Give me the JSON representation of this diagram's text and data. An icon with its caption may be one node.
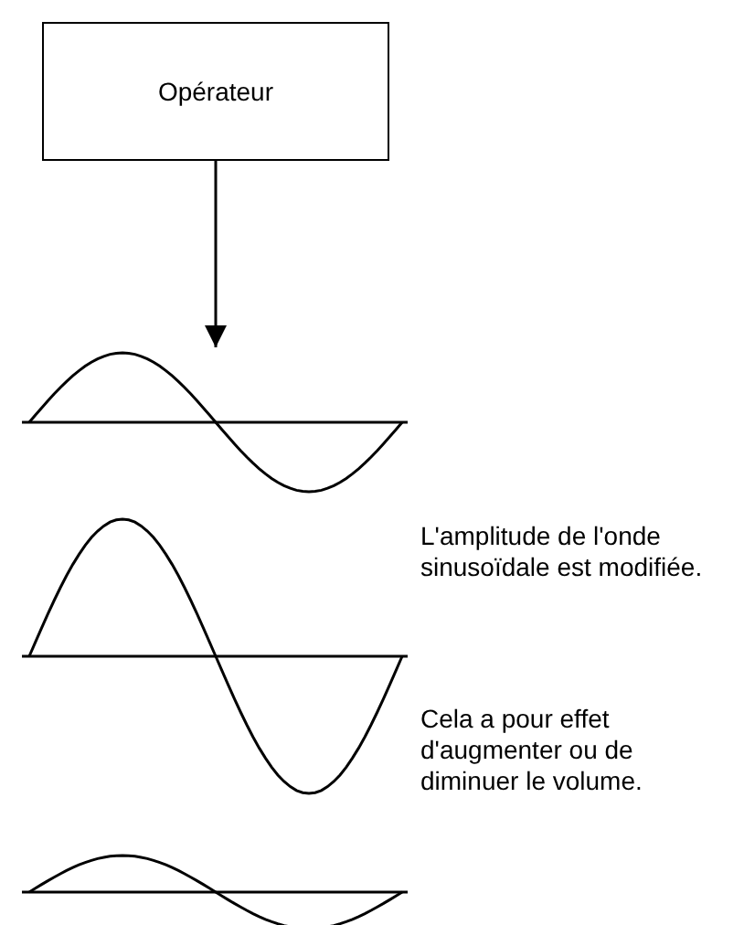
{
  "diagram": {
    "nodes": [
      {
        "text": [
          "Opérateur"
        ]
      },
      {
        "text": [],
        "shape": "picture"
      }
    ],
    "edges": [
      {
        "from": 0,
        "to": 1,
        "arrow": "to"
      }
    ],
    "labels": [
      "L'amplitude de l'onde sinusoïdale est modifiée.",
      "Cela a pour effet d'augmenter ou de diminuer le volume."
    ]
  }
}
